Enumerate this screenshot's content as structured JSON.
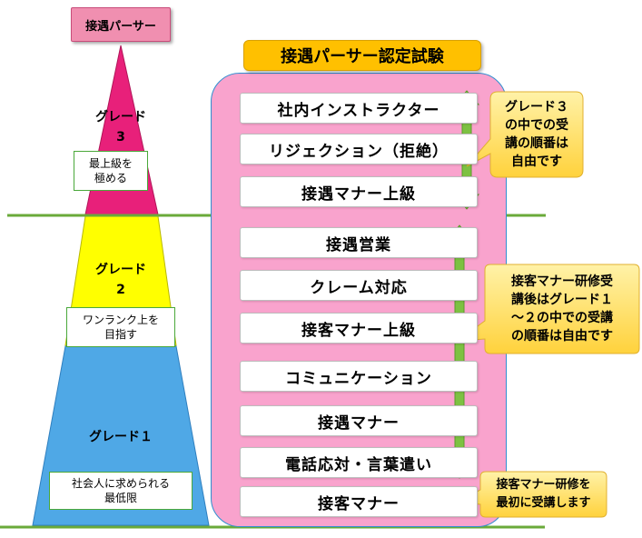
{
  "pyramid": {
    "top_badge": "接遇パーサー",
    "grade3": {
      "title": "グレード",
      "number": "3",
      "note": "最上級を\n極める"
    },
    "grade2": {
      "title": "グレード",
      "number": "2",
      "note": "ワンランク上を\n目指す"
    },
    "grade1": {
      "title": "グレード１",
      "note": "社会人に求められる\n最低限"
    }
  },
  "certification": {
    "title": "接遇パーサー認定試験",
    "courses": [
      "社内インストラクター",
      "リジェクション（拒絶）",
      "接遇マナー上級",
      "接遇営業",
      "クレーム対応",
      "接客マナー上級",
      "コミュニケーション",
      "接遇マナー",
      "電話応対・言葉遣い",
      "接客マナー"
    ]
  },
  "callouts": {
    "grade3": "グレード３\nの中での受\n講の順番は\n自由です",
    "grade12": "接客マナー研修受\n講後はグレード１\n～２の中での受講\nの順番は自由です",
    "first": "接客マナー研修を\n最初に受講します"
  },
  "colors": {
    "grade3": "#e8207a",
    "grade2": "#ffff00",
    "grade1": "#4fa8e6",
    "divider": "#6aaa3a",
    "arrow": "#7dc142",
    "callout": "#ffe066",
    "panel": "#f9a3cd",
    "title": "#ffc000"
  }
}
